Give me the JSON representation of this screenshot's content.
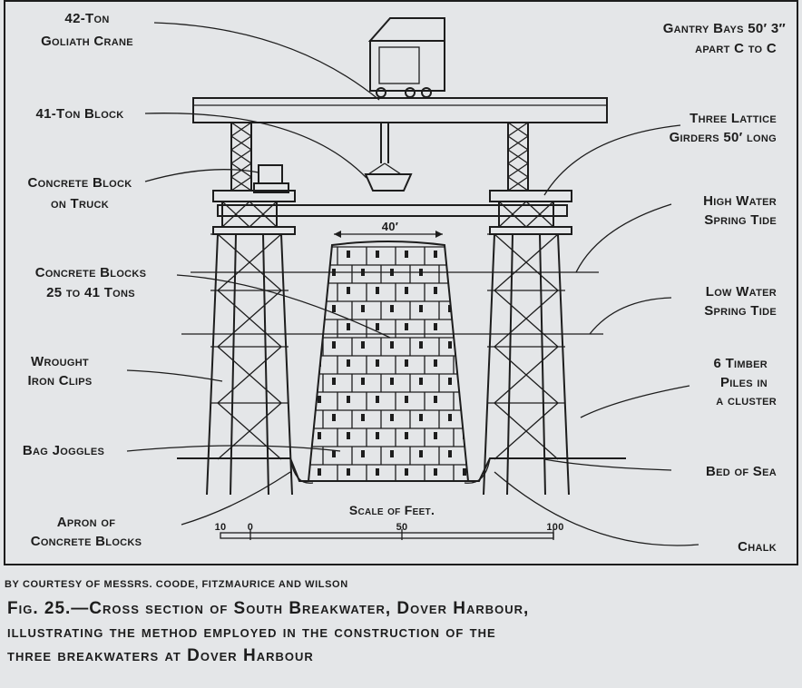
{
  "figure": {
    "labels_left": {
      "crane_1": "42-Ton",
      "crane_2": "Goliath Crane",
      "block": "41-Ton Block",
      "truck_1": "Concrete Block",
      "truck_2": "on Truck",
      "blocks_1": "Concrete Blocks",
      "blocks_2": "25 to 41 Tons",
      "clips_1": "Wrought",
      "clips_2": "Iron Clips",
      "joggles": "Bag Joggles",
      "apron_1": "Apron of",
      "apron_2": "Concrete Blocks"
    },
    "labels_right": {
      "gantry_1": "Gantry Bays 50′ 3″",
      "gantry_2": "apart C to C",
      "girders_1": "Three Lattice",
      "girders_2": "Girders 50′ long",
      "high_1": "High Water",
      "high_2": "Spring Tide",
      "low_1": "Low Water",
      "low_2": "Spring Tide",
      "piles_1": "6 Timber",
      "piles_2": "Piles in",
      "piles_3": "a cluster",
      "bed": "Bed of Sea",
      "chalk": "Chalk"
    },
    "width_dimension": "40′",
    "scale": {
      "title": "Scale of Feet.",
      "ticks": [
        "10",
        "0",
        "50",
        "100"
      ]
    }
  },
  "courtesy": "By courtesy of Messrs. Coode, Fitzmaurice and Wilson",
  "caption": {
    "line1": "Fig. 25.—Cross section of South Breakwater, Dover Harbour,",
    "line2": "illustrating the method employed in the construction of the",
    "line3": "three breakwaters at Dover Harbour"
  }
}
